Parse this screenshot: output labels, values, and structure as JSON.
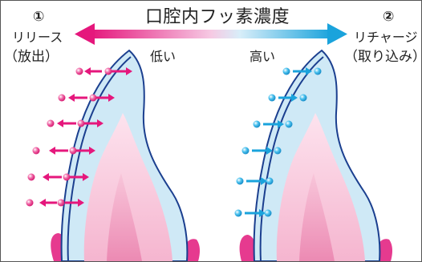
{
  "title": "口腔内フッ素濃度",
  "left": {
    "number": "①",
    "label": "リリース",
    "sub": "（放出）"
  },
  "right": {
    "number": "②",
    "label": "リチャージ",
    "sub": "（取り込み）"
  },
  "scale": {
    "low": "低い",
    "high": "高い"
  },
  "colors": {
    "release": "#e5177c",
    "recharge": "#1aa3dc",
    "enamel": "#cfe9f6",
    "dentin": "#f7c4d9",
    "pulp": "#f09cc0",
    "gum": "#e63a8f"
  }
}
